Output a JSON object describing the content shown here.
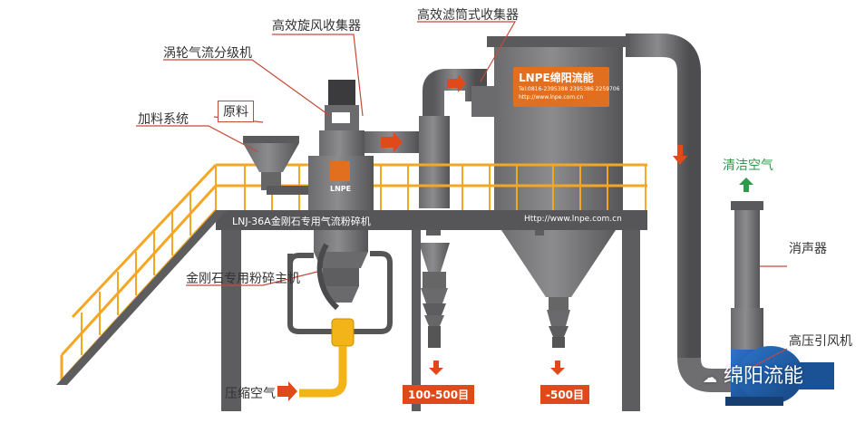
{
  "labels": {
    "cyclone_collector": "高效旋风收集器",
    "filter_collector": "高效滤筒式收集器",
    "classifier": "涡轮气流分级机",
    "raw_material": "原料",
    "feeding_system": "加料系统",
    "clean_air": "清洁空气",
    "muffler": "消声器",
    "main_mill": "金刚石专用粉碎主机",
    "fan": "高压引风机",
    "compressed_air": "压缩空气"
  },
  "outputs": {
    "coarse": "100-500目",
    "fine": "-500目"
  },
  "platform": {
    "model": "LNJ-36A金刚石专用气流粉碎机",
    "url": "Http://www.lnpe.com.cn"
  },
  "brand": {
    "panel_logo": "LNPE绵阳流能",
    "panel_contact": "Tel:0816-2395388 2395386 2259706",
    "panel_web": "http://www.lnpe.com.cn",
    "badge": "LNPE",
    "watermark": "绵阳流能"
  },
  "colors": {
    "steel": "#5f5f61",
    "steel_light": "#7a7a7c",
    "rail": "#f5a623",
    "accent": "#e04a1a",
    "tag_bg": "#e04a1a",
    "fan_blue": "#1f5fb0",
    "pipe_yellow": "#f2b418",
    "label_line": "#c44b3a",
    "clean_air": "#2e9a4a"
  }
}
